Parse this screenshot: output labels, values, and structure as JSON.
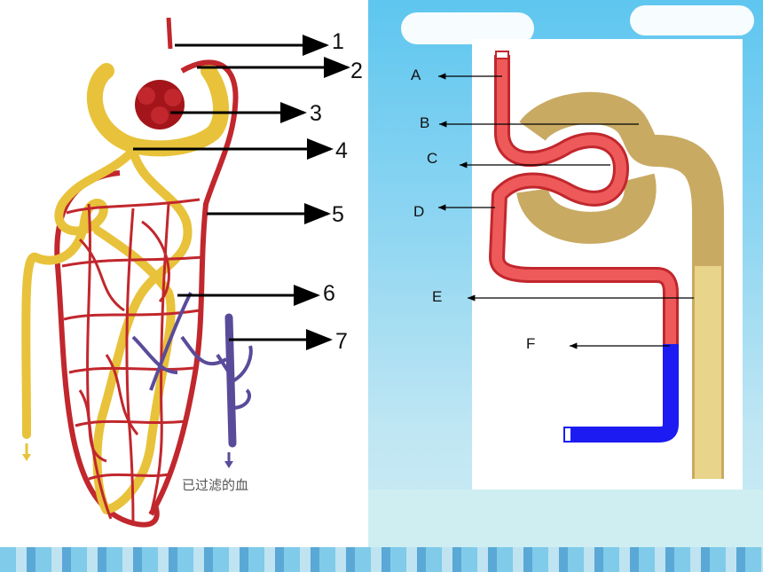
{
  "left_labels": [
    "1",
    "2",
    "3",
    "4",
    "5",
    "6",
    "7"
  ],
  "caption": "已过滤的血",
  "right_labels": [
    "A",
    "B",
    "C",
    "D",
    "E",
    "F"
  ],
  "colors": {
    "artery": "#c1272d",
    "tubule": "#e8c23a",
    "vein": "#5a4b9a",
    "nephron_red": "#ee5a5a",
    "nephron_tan": "#c9aa63",
    "nephron_blue": "#1c1cf2"
  }
}
